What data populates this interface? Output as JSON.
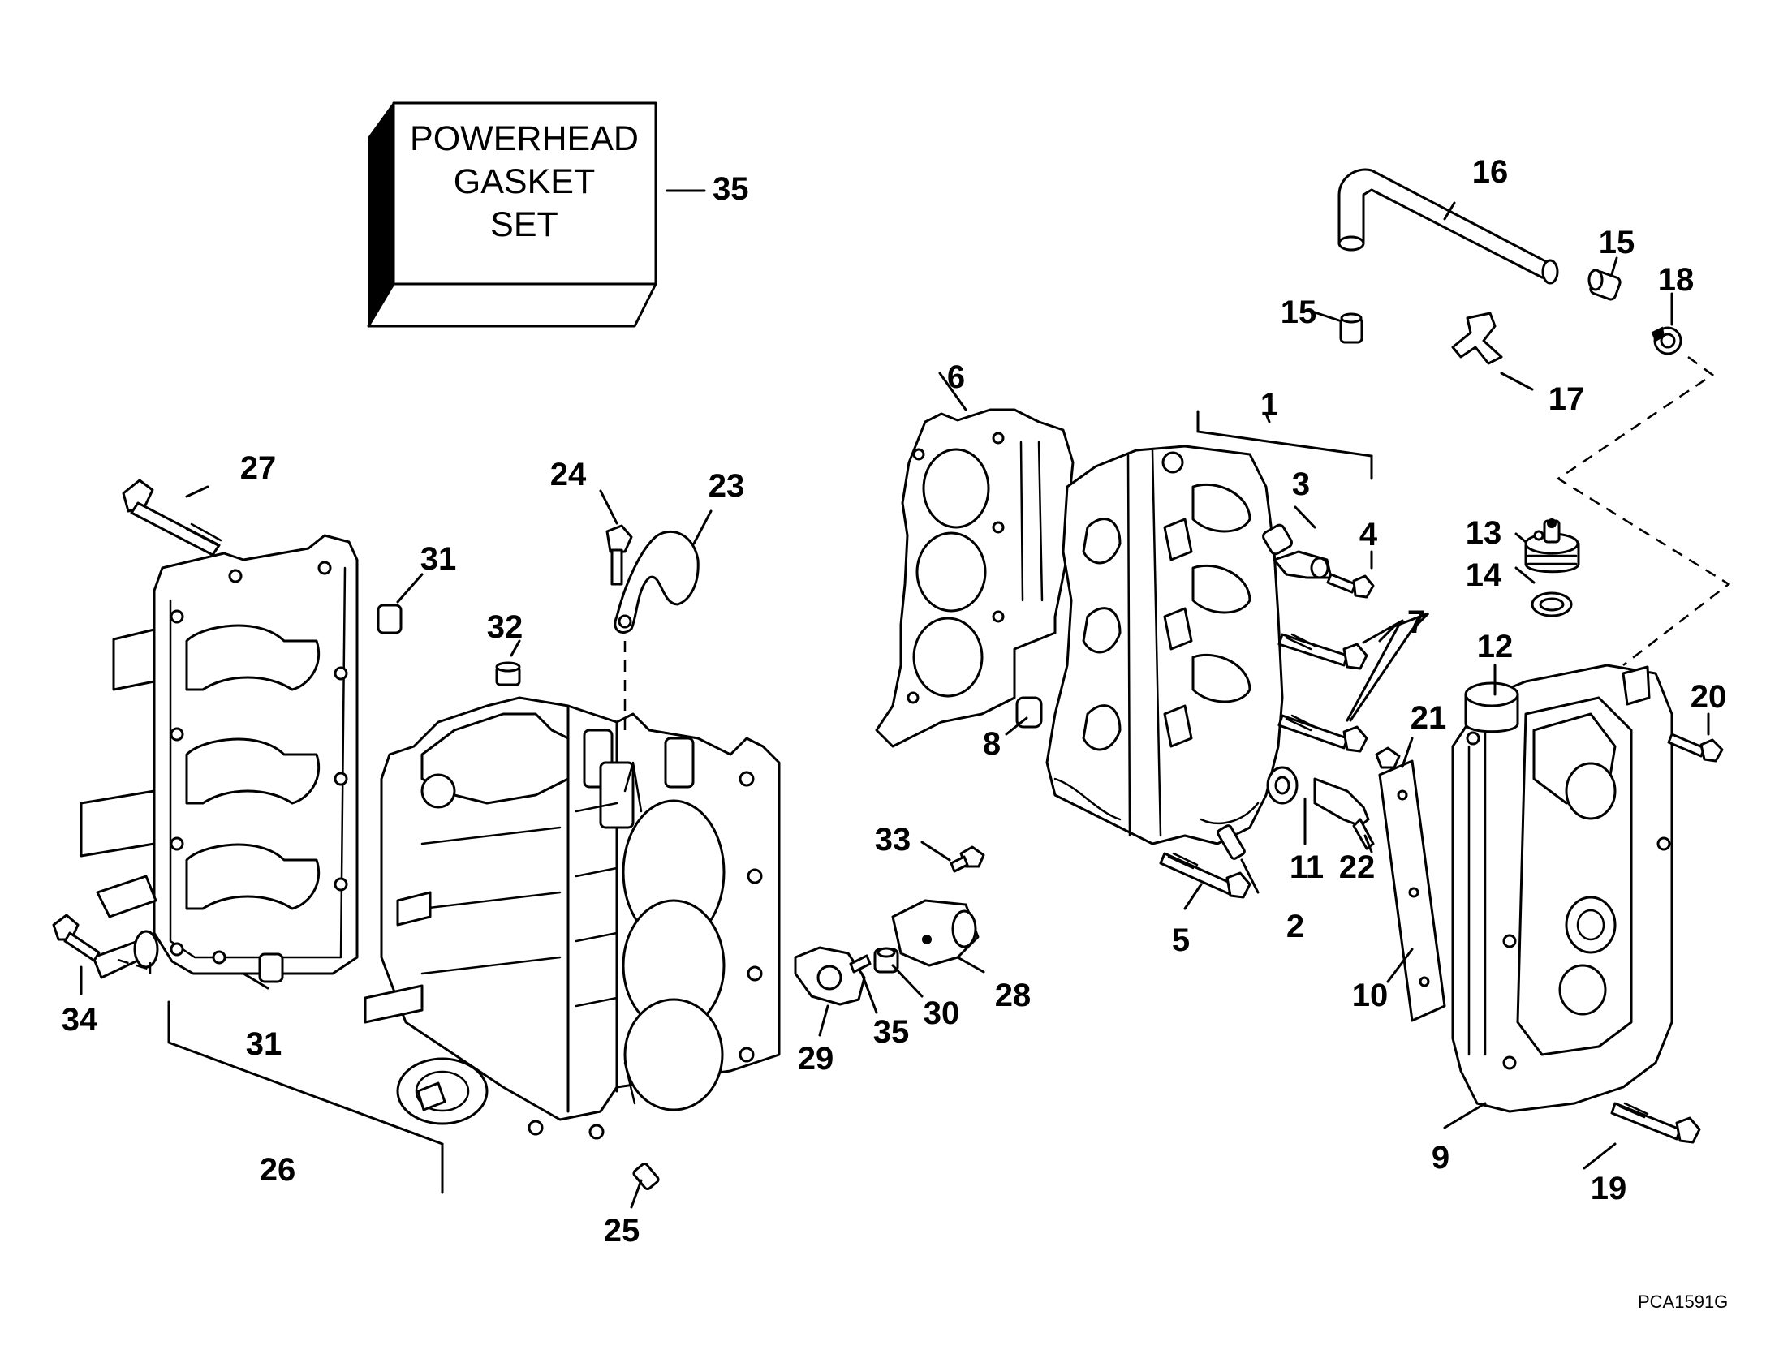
{
  "gasket_box": {
    "lines": [
      "POWERHEAD",
      "GASKET",
      "SET"
    ],
    "callout": "35"
  },
  "callouts": [
    {
      "id": "c1",
      "text": "1"
    },
    {
      "id": "c2",
      "text": "2"
    },
    {
      "id": "c3",
      "text": "3"
    },
    {
      "id": "c4",
      "text": "4"
    },
    {
      "id": "c5",
      "text": "5"
    },
    {
      "id": "c6",
      "text": "6"
    },
    {
      "id": "c7",
      "text": "7"
    },
    {
      "id": "c8",
      "text": "8"
    },
    {
      "id": "c9",
      "text": "9"
    },
    {
      "id": "c10",
      "text": "10"
    },
    {
      "id": "c11",
      "text": "11"
    },
    {
      "id": "c12",
      "text": "12"
    },
    {
      "id": "c13",
      "text": "13"
    },
    {
      "id": "c14",
      "text": "14"
    },
    {
      "id": "c15a",
      "text": "15"
    },
    {
      "id": "c15b",
      "text": "15"
    },
    {
      "id": "c16",
      "text": "16"
    },
    {
      "id": "c17",
      "text": "17"
    },
    {
      "id": "c18",
      "text": "18"
    },
    {
      "id": "c19",
      "text": "19"
    },
    {
      "id": "c20",
      "text": "20"
    },
    {
      "id": "c21",
      "text": "21"
    },
    {
      "id": "c22",
      "text": "22"
    },
    {
      "id": "c23",
      "text": "23"
    },
    {
      "id": "c24",
      "text": "24"
    },
    {
      "id": "c25",
      "text": "25"
    },
    {
      "id": "c26",
      "text": "26"
    },
    {
      "id": "c27",
      "text": "27"
    },
    {
      "id": "c28",
      "text": "28"
    },
    {
      "id": "c29",
      "text": "29"
    },
    {
      "id": "c30",
      "text": "30"
    },
    {
      "id": "c31a",
      "text": "31"
    },
    {
      "id": "c31b",
      "text": "31"
    },
    {
      "id": "c32",
      "text": "32"
    },
    {
      "id": "c33",
      "text": "33"
    },
    {
      "id": "c34",
      "text": "34"
    },
    {
      "id": "c35b",
      "text": "35"
    }
  ],
  "figure_code": "PCA1591G"
}
